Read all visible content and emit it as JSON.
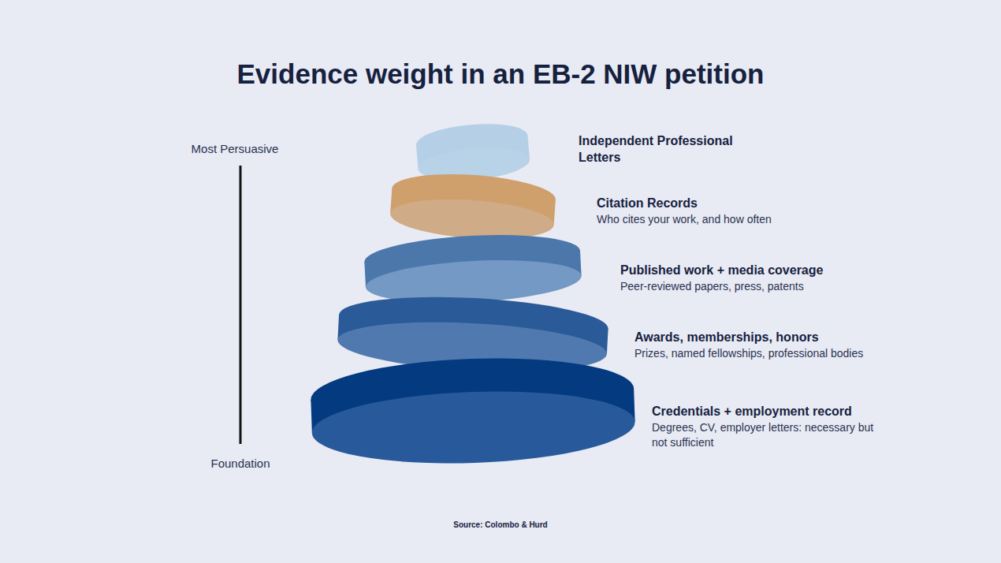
{
  "diagram": {
    "title": "Evidence weight in an EB-2 NIW petition",
    "caption": "Source: Colombo & Hurd",
    "nodes": [
      {
        "text": [
          "Independent Professional Letters"
        ]
      },
      {
        "text": [
          "Citation Records",
          "Who cites your work, and how often"
        ]
      },
      {
        "text": [
          "Published work + media coverage",
          "Peer-reviewed papers, press, patents"
        ]
      },
      {
        "text": [
          "Awards, memberships, honors",
          "Prizes, named fellowships, professional bodies"
        ]
      },
      {
        "text": [
          "Credentials + employment record",
          "Degrees, CV, employer letters: necessary but not sufficient"
        ]
      }
    ],
    "labels": [
      "Most Persuasive",
      "Foundation"
    ]
  }
}
